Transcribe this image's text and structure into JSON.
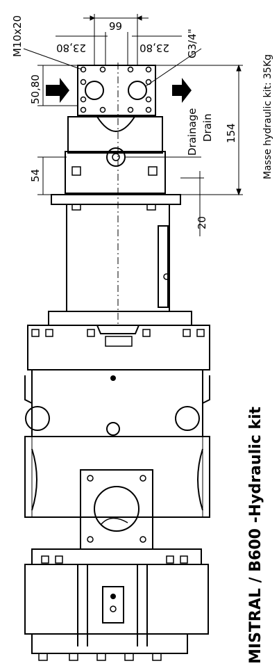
{
  "title": "MISTRAL / B600 -Hydraulic kit",
  "mass_note": "Masse hydraulic kit: 35Kg",
  "dimensions": {
    "thread": "M10x20",
    "port_size": "G3/4\"",
    "spacing": "66",
    "offset_left": "23,80",
    "offset_right": "23,80",
    "flange_height": "50,80",
    "drain_height": "54",
    "total_height": "154",
    "plate_gap": "20"
  },
  "labels": {
    "drainage": "Drainage",
    "drain": "Drain"
  },
  "colors": {
    "line": "#000000",
    "arrow": "#000000"
  }
}
